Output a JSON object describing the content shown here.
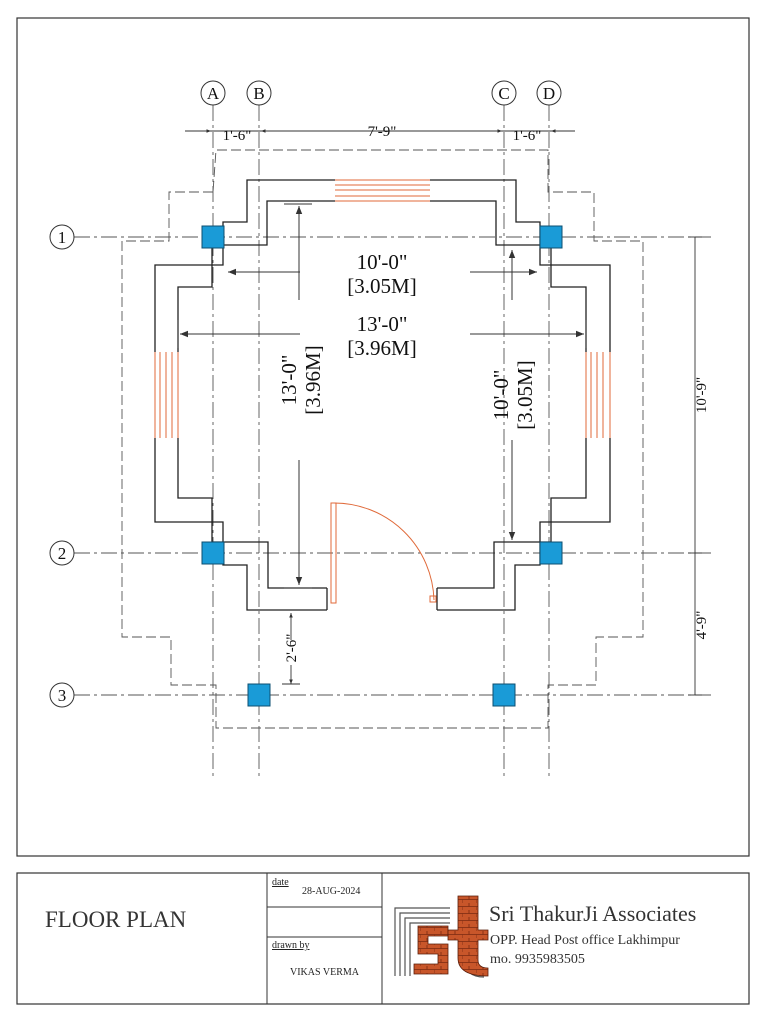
{
  "sheet_title": "FLOOR PLAN",
  "title_block": {
    "date_label": "date",
    "date_value": "28-AUG-2024",
    "drawn_by_label": "drawn by",
    "drawn_by_value": "VIKAS VERMA",
    "company_name": "Sri ThakurJi Associates",
    "company_address": "OPP. Head Post office Lakhimpur",
    "company_phone": "mo. 9935983505"
  },
  "grid": {
    "columns": [
      "A",
      "B",
      "C",
      "D"
    ],
    "rows": [
      "1",
      "2",
      "3"
    ]
  },
  "dimensions": {
    "top_left": "1'-6\"",
    "top_middle": "7'-9\"",
    "top_right": "1'-6\"",
    "inner_width_ft": "10'-0\"",
    "inner_width_m": "[3.05M]",
    "outer_width_ft": "13'-0\"",
    "outer_width_m": "[3.96M]",
    "vertical_left_ft": "13'-0\"",
    "vertical_left_m": "[3.96M]",
    "vertical_right_ft": "10'-0\"",
    "vertical_right_m": "[3.05M]",
    "right_upper": "10'-9\"",
    "right_lower": "4'-9\"",
    "porch": "2'-6\""
  },
  "colors": {
    "column": "#1a9bd7",
    "opening": "#e06a3a",
    "line": "#222222"
  }
}
